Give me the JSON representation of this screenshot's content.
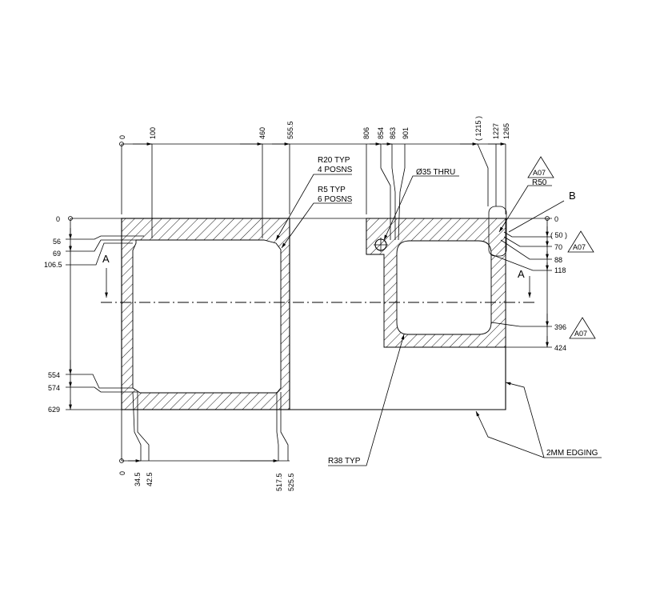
{
  "drawing": {
    "top_dims": [
      "0",
      "100",
      "460",
      "555.5",
      "806",
      "854",
      "863",
      "901",
      "( 1215 )",
      "1227",
      "1265"
    ],
    "bottom_dims": [
      "0",
      "34.5",
      "42.5",
      "517.5",
      "525.5"
    ],
    "left_dims": [
      "0",
      "56",
      "69",
      "106.5",
      "554",
      "574",
      "629"
    ],
    "right_dims": [
      "0",
      "( 50 )",
      "70",
      "88",
      "118",
      "396",
      "424"
    ],
    "notes": {
      "r20": "R20 TYP",
      "posns4": "4 POSNS",
      "r5": "R5 TYP",
      "posns6": "6 POSNS",
      "hole": "Ø35 THRU",
      "r50": "R50",
      "r38": "R38 TYP",
      "edging": "2MM EDGING"
    },
    "section_label": "A",
    "detail_label": "B",
    "revision_tag": "A07"
  }
}
